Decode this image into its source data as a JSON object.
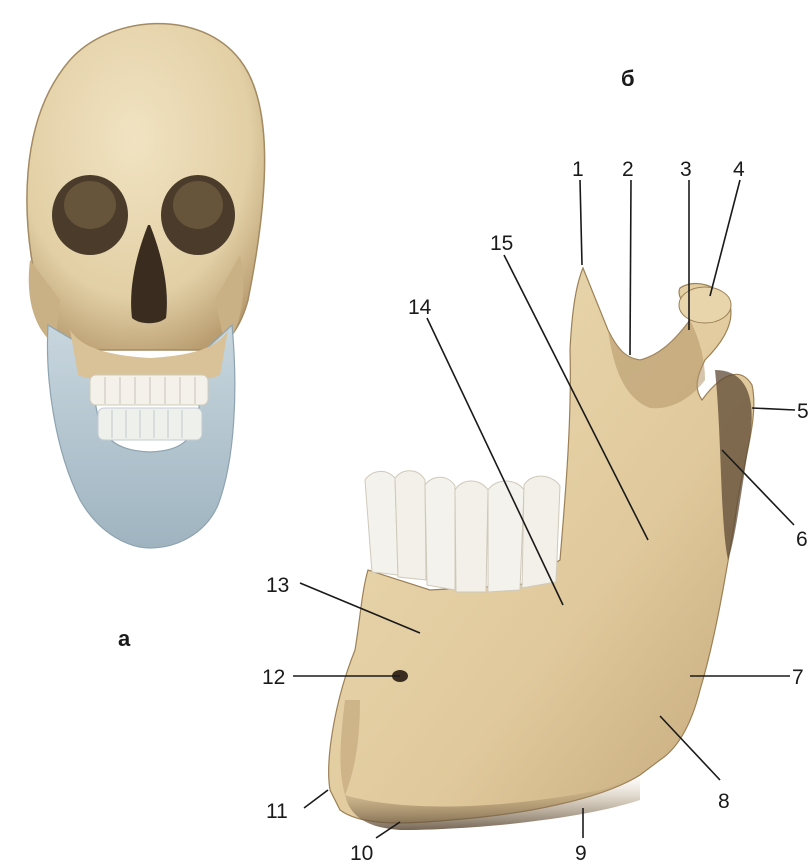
{
  "panels": {
    "a": "а",
    "b": "б"
  },
  "labels": {
    "l1": "1",
    "l2": "2",
    "l3": "3",
    "l4": "4",
    "l5": "5",
    "l6": "6",
    "l7": "7",
    "l8": "8",
    "l9": "9",
    "l10": "10",
    "l11": "11",
    "l12": "12",
    "l13": "13",
    "l14": "14",
    "l15": "15"
  },
  "colors": {
    "bone": "#e8d7b0",
    "bone_shadow": "#b89d72",
    "bone_dark": "#6b5640",
    "mandible_highlight": "#b7c8d2",
    "teeth": "#f3f1ea",
    "background": "#ffffff"
  }
}
